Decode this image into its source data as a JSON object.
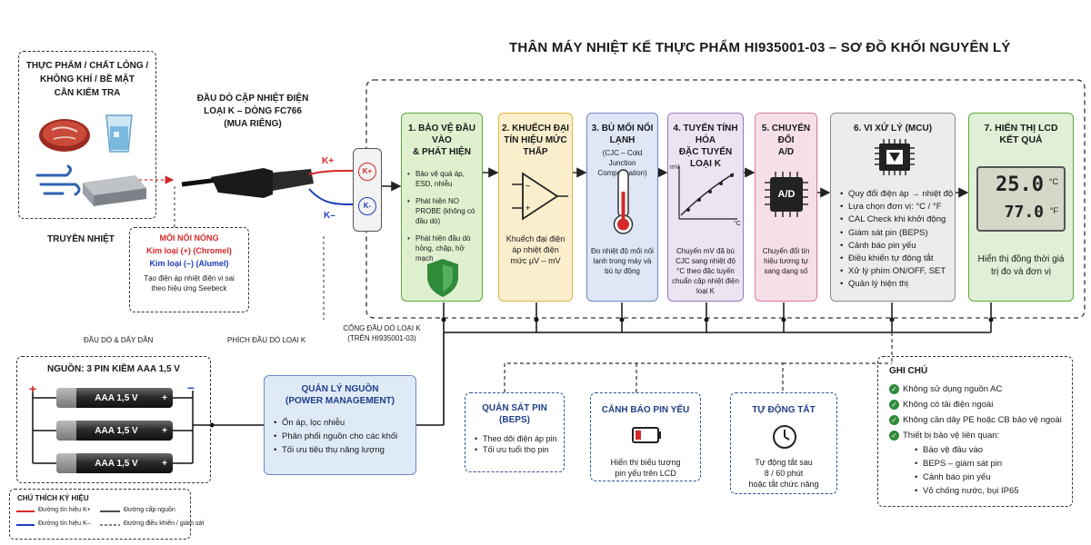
{
  "title": "THÂN MÁY NHIỆT KẾ THỰC PHẨM HI935001-03 – SƠ ĐỒ KHỐI NGUYÊN LÝ",
  "subject": {
    "lines": [
      "THỰC PHẨM / CHẤT LỎNG /",
      "KHÔNG KHÍ / BỀ MẶT",
      "CẦN KIỂM TRA"
    ],
    "transfer": "TRUYỀN NHIỆT"
  },
  "probe": {
    "lines": [
      "ĐẦU DÒ CẶP NHIỆT ĐIỆN",
      "LOẠI K – DÒNG FC766",
      "(MUA RIÊNG)"
    ],
    "k_plus": "K+",
    "k_minus": "K–",
    "probe_wire_label": "ĐẦU DÒ & DÂY DẪN",
    "plug_label": "PHÍCH ĐẦU DÒ LOẠI K",
    "port_label_1": "CỔNG ĐẦU DÒ LOẠI K",
    "port_label_2": "(TRÊN HI935001-03)"
  },
  "junction": {
    "title": "MỐI NỐI NÓNG",
    "plus": "Kim loại (+) (Chromel)",
    "minus": "Kim loại (–) (Alumel)",
    "desc1": "Tạo điện áp nhiệt điện vi sai",
    "desc2": "theo hiệu ứng Seebeck"
  },
  "blocks": [
    {
      "head1": "1. BẢO VỆ ĐẦU VÀO",
      "head2": "& PHÁT HIỆN",
      "items": [
        "Bảo vệ quá áp, ESD, nhiễu",
        "Phát hiện NO PROBE (không có đầu dò)",
        "Phát hiện đầu dò hỏng, chập, hở mạch"
      ],
      "color": "#dff0cf"
    },
    {
      "head1": "2. KHUẾCH ĐẠI",
      "head2": "TÍN HIỆU MỨC THẤP",
      "desc": "Khuếch đại điện áp nhiệt điện mức µV – mV",
      "color": "#fbeecd"
    },
    {
      "head1": "3. BÙ MỐI NỐI LẠNH",
      "head2": "(CJC – Cold Junction Compensation)",
      "desc": "Đo nhiệt độ mối nối lạnh trong máy và bù tự động",
      "color": "#dfe6f5"
    },
    {
      "head1": "4. TUYẾN TÍNH HÓA",
      "head2": "ĐẶC TUYẾN LOẠI K",
      "desc": "Chuyển mV đã bù CJC sang nhiệt độ °C theo đặc tuyến chuẩn cặp nhiệt điện loại K",
      "axis_y": "mV",
      "axis_x": "°C",
      "color": "#ece3f3"
    },
    {
      "head1": "5. CHUYỂN ĐỔI",
      "head2": "A/D",
      "chip": "A/D",
      "desc": "Chuyển đổi tín hiệu tương tự sang dạng số",
      "color": "#f6dfe8"
    },
    {
      "head1": "6. VI XỬ LÝ (MCU)",
      "items": [
        "Quy đổi điện áp → nhiệt độ",
        "Lựa chọn đơn vị: °C / °F",
        "CAL Check khi khởi động",
        "Giám sát pin (BEPS)",
        "Cảnh báo pin yếu",
        "Điều khiển tự động tắt",
        "Xử lý phím ON/OFF, SET",
        "Quản lý hiện thị"
      ],
      "color": "#ececec"
    },
    {
      "head1": "7. HIỂN THỊ LCD",
      "head2": "KẾT QUẢ",
      "lcd1": "25.0",
      "lcd1u": "°C",
      "lcd2": "77.0",
      "lcd2u": "°F",
      "desc": "Hiển thị đồng thời giá trị đo và đơn vị",
      "color": "#dff0d6"
    }
  ],
  "power_source": {
    "title": "NGUỒN: 3 PIN KIỀM AAA 1,5 V",
    "cell": "AAA 1,5 V",
    "plus": "+",
    "minus": "–"
  },
  "power_mgmt": {
    "head1": "QUẢN LÝ NGUỒN",
    "head2": "(POWER MANAGEMENT)",
    "items": [
      "Ổn áp, lọc nhiễu",
      "Phân phối nguồn cho các khối",
      "Tối ưu tiêu thụ năng lượng"
    ]
  },
  "beps": {
    "head1": "QUẢN SÁT PIN",
    "head2": "(BEPS)",
    "items": [
      "Theo dõi điện áp pin",
      "Tối ưu tuổi thọ pin"
    ]
  },
  "lowbatt": {
    "head": "CẢNH BÁO PIN YẾU",
    "desc1": "Hiển thị biểu tượng",
    "desc2": "pin yếu trên LCD"
  },
  "autooff": {
    "head": "TỰ ĐỘNG TẮT",
    "desc1": "Tự động tắt sau",
    "desc2": "8 / 60 phút",
    "desc3": "hoặc tắt chức năng"
  },
  "notes": {
    "title": "GHI CHÚ",
    "checks": [
      "Không sử dụng nguồn AC",
      "Không có tải điện ngoài",
      "Không cần dây PE hoặc CB bảo vệ ngoài",
      "Thiết bị bảo vệ liên quan:"
    ],
    "sub": [
      "Bảo vệ đầu vào",
      "BEPS – giám sát pin",
      "Cảnh báo pin yếu",
      "Vỏ chống nước, bụi IP65"
    ]
  },
  "legend": {
    "title": "CHÚ THÍCH KÝ HIỆU",
    "kplus": "Đường tín hiệu K+",
    "kminus": "Đường tín hiệu K–",
    "power": "Đường cấp nguồn",
    "control": "Đường điều khiển / giám sát"
  },
  "colors": {
    "k_plus": "#d62828",
    "k_minus": "#1f3fb8",
    "block1": "#5aa83a",
    "block2": "#e0b640",
    "block3": "#6c86c7",
    "block4": "#9a78c0",
    "block5": "#d77aa0",
    "block6": "#8a8a8a",
    "block7": "#5aa83a"
  }
}
